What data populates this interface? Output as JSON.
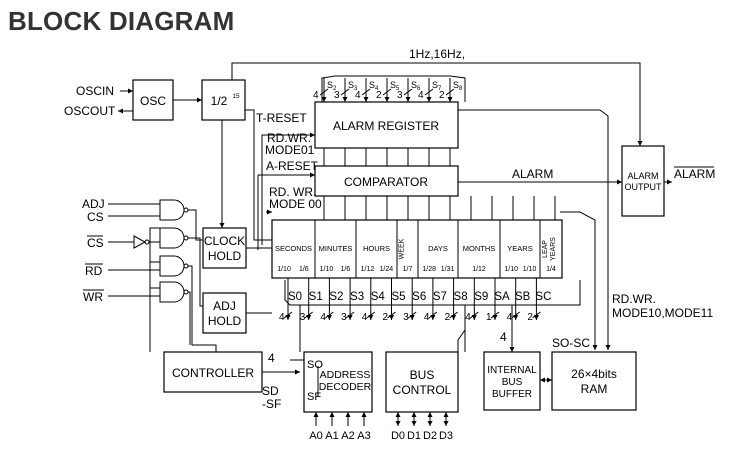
{
  "title": "BLOCK DIAGRAM",
  "signals": {
    "oscin": "OSCIN",
    "oscout": "OSCOUT",
    "adj": "ADJ",
    "cs": "CS",
    "cs_bar": "CS",
    "rd_bar": "RD",
    "wr_bar": "WR",
    "t_reset": "T-RESET",
    "rd_wr_mode01_l1": "RD.WR.",
    "rd_wr_mode01_l2": "MODE01",
    "a_reset": "A-RESET",
    "rd_wr_mode00_l1": "RD. WR.",
    "rd_wr_mode00_l2": "MODE 00",
    "freq": "1Hz,16Hz,",
    "alarm": "ALARM",
    "alarm_bar": "ALARM",
    "rd_wr_mode10_l1": "RD.WR.",
    "rd_wr_mode10_l2": "MODE10,MODE11",
    "so_sc": "SO-SC",
    "sd_sf_l1": "SD",
    "sd_sf_l2": "-SF",
    "four": "4",
    "address_pins": [
      "A0",
      "A1",
      "A2",
      "A3"
    ],
    "data_pins": [
      "D0",
      "D1",
      "D2",
      "D3"
    ]
  },
  "blocks": {
    "osc": "OSC",
    "divider_base": "1/2",
    "divider_exp": "15",
    "alarm_register": "ALARM REGISTER",
    "comparator": "COMPARATOR",
    "alarm_output_l1": "ALARM",
    "alarm_output_l2": "OUTPUT",
    "clock_hold_l1": "CLOCK",
    "clock_hold_l2": "HOLD",
    "adj_hold_l1": "ADJ",
    "adj_hold_l2": "HOLD",
    "controller": "CONTROLLER",
    "address_decoder_so": "SO",
    "address_decoder_sf": "SF",
    "address_decoder_l1": "ADDRESS",
    "address_decoder_l2": "DECODER",
    "bus_control_l1": "BUS",
    "bus_control_l2": "CONTROL",
    "internal_bus_l1": "INTERNAL",
    "internal_bus_l2": "BUS",
    "internal_bus_l3": "BUFFER",
    "ram_l1": "26×4bits",
    "ram_l2": "RAM"
  },
  "alarm_register_inputs": [
    {
      "label": "S",
      "sub": "2",
      "width": "4"
    },
    {
      "label": "S",
      "sub": "3",
      "width": "3"
    },
    {
      "label": "S",
      "sub": "4",
      "width": "4"
    },
    {
      "label": "S",
      "sub": "5",
      "width": "2"
    },
    {
      "label": "S",
      "sub": "6",
      "width": "3"
    },
    {
      "label": "S",
      "sub": "7",
      "width": "4"
    },
    {
      "label": "S",
      "sub": "8",
      "width": "2"
    }
  ],
  "counters": [
    {
      "name": "SECONDS",
      "ratio_num": "1",
      "ratio_den": "10",
      "ratio2_num": "1",
      "ratio2_den": "6"
    },
    {
      "name": "MINUTES",
      "ratio_num": "1",
      "ratio_den": "10",
      "ratio2_num": "1",
      "ratio2_den": "6"
    },
    {
      "name": "HOURS",
      "ratio_num": "1",
      "ratio_den": "12",
      "ratio2_num": "1",
      "ratio2_den": "24"
    },
    {
      "name": "WEEK",
      "ratio_num": "1",
      "ratio_den": "7"
    },
    {
      "name": "DAYS",
      "ratio_num": "1",
      "ratio_den": "28",
      "ratio2_num": "1",
      "ratio2_den": "31"
    },
    {
      "name": "MONTHS",
      "ratio_num": "1",
      "ratio_den": "12"
    },
    {
      "name": "YEARS",
      "ratio_num": "1",
      "ratio_den": "10",
      "ratio2_num": "1",
      "ratio2_den": "10"
    },
    {
      "name": "LEAP YEARS",
      "ratio_num": "1",
      "ratio_den": "4"
    }
  ],
  "counter_outputs": [
    {
      "label": "S0",
      "width": "4"
    },
    {
      "label": "S1",
      "width": "3"
    },
    {
      "label": "S2",
      "width": "4"
    },
    {
      "label": "S3",
      "width": "3"
    },
    {
      "label": "S4",
      "width": "4"
    },
    {
      "label": "S5",
      "width": "2"
    },
    {
      "label": "S6",
      "width": "3"
    },
    {
      "label": "S7",
      "width": "4"
    },
    {
      "label": "S8",
      "width": "2"
    },
    {
      "label": "S9",
      "width": "4"
    },
    {
      "label": "SA",
      "width": "1"
    },
    {
      "label": "SB",
      "width": "4"
    },
    {
      "label": "SC",
      "width": "2"
    }
  ]
}
